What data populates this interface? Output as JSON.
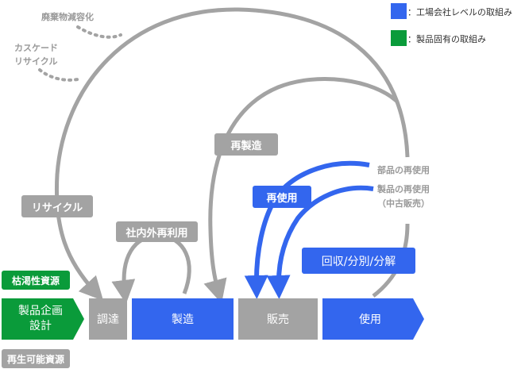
{
  "legend": {
    "company": {
      "label": "：工場会社レベルの取組み",
      "color": "#3366ee"
    },
    "product": {
      "label": "：製品固有の取組み",
      "color": "#0a9b3a"
    }
  },
  "loops": {
    "waste": "廃棄物減容化",
    "cascade_line1": "カスケード",
    "cascade_line2": "リサイクル",
    "recycle": "リサイクル",
    "remanufacture": "再製造",
    "internal_reuse": "社内外再利用",
    "reuse": "再使用",
    "parts_reuse": "部品の再使用",
    "product_reuse_line1": "製品の再使用",
    "product_reuse_line2": "（中古販売）",
    "collect": "回収/分別/分解"
  },
  "resources": {
    "depletable": "枯渇性資源",
    "renewable": "再生可能資源"
  },
  "stages": {
    "plan_line1": "製品企画",
    "plan_line2": "設計",
    "procure": "調達",
    "manufacture": "製造",
    "sell": "販売",
    "use": "使用"
  }
}
